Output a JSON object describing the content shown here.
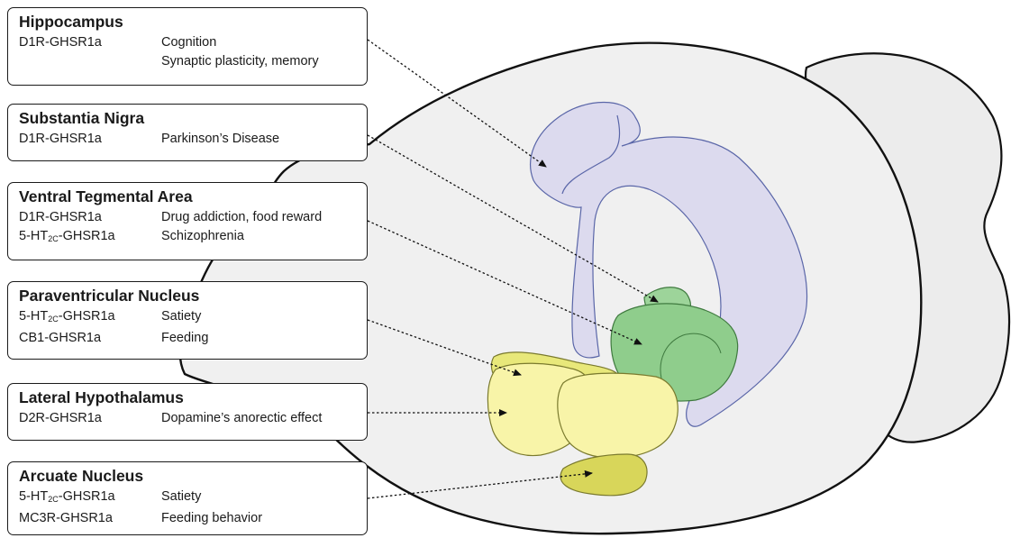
{
  "regions": [
    {
      "key": "hippocampus",
      "title": "Hippocampus",
      "rows": [
        {
          "receptor": "D1R-GHSR1a",
          "function": "Cognition"
        },
        {
          "receptor": "",
          "function": "Synaptic plasticity, memory"
        }
      ],
      "color": "#dcdaee"
    },
    {
      "key": "substantia-nigra",
      "title": "Substantia Nigra",
      "rows": [
        {
          "receptor": "D1R-GHSR1a",
          "function": "Parkinson’s Disease"
        }
      ],
      "color": "#9dd49a"
    },
    {
      "key": "ventral-tegmental-area",
      "title": "Ventral Tegmental Area",
      "rows": [
        {
          "receptor": "D1R-GHSR1a",
          "function": "Drug addiction, food reward"
        },
        {
          "receptor_pre": "5-HT",
          "receptor_sub": "2C",
          "receptor_post": "-GHSR1a",
          "function": "Schizophrenia"
        }
      ],
      "color": "#8fcd8c"
    },
    {
      "key": "paraventricular-nucleus",
      "title": "Paraventricular Nucleus",
      "rows": [
        {
          "receptor_pre": "5-HT",
          "receptor_sub": "2C",
          "receptor_post": "-GHSR1a",
          "function": "Satiety"
        },
        {
          "receptor": "CB1-GHSR1a",
          "function": "Feeding"
        }
      ],
      "color": "#e8e87a"
    },
    {
      "key": "lateral-hypothalamus",
      "title": "Lateral Hypothalamus",
      "rows": [
        {
          "receptor": "D2R-GHSR1a",
          "function": "Dopamine’s anorectic effect"
        }
      ],
      "color": "#f8f4a8"
    },
    {
      "key": "arcuate-nucleus",
      "title": "Arcuate Nucleus",
      "rows": [
        {
          "receptor_pre": "5-HT",
          "receptor_sub": "2C",
          "receptor_post": "-GHSR1a",
          "function": "Satiety"
        },
        {
          "receptor": "MC3R-GHSR1a",
          "function": "Feeding behavior"
        }
      ],
      "color": "#d8d65a"
    }
  ],
  "colors": {
    "brain_fill": "#f0f0f0",
    "cerebellum_fill": "#ececec",
    "outline": "#111111",
    "hippocampus_stroke": "#5a66a8",
    "green_stroke": "#3f7a3f",
    "yellow_stroke": "#7a7a2e"
  }
}
